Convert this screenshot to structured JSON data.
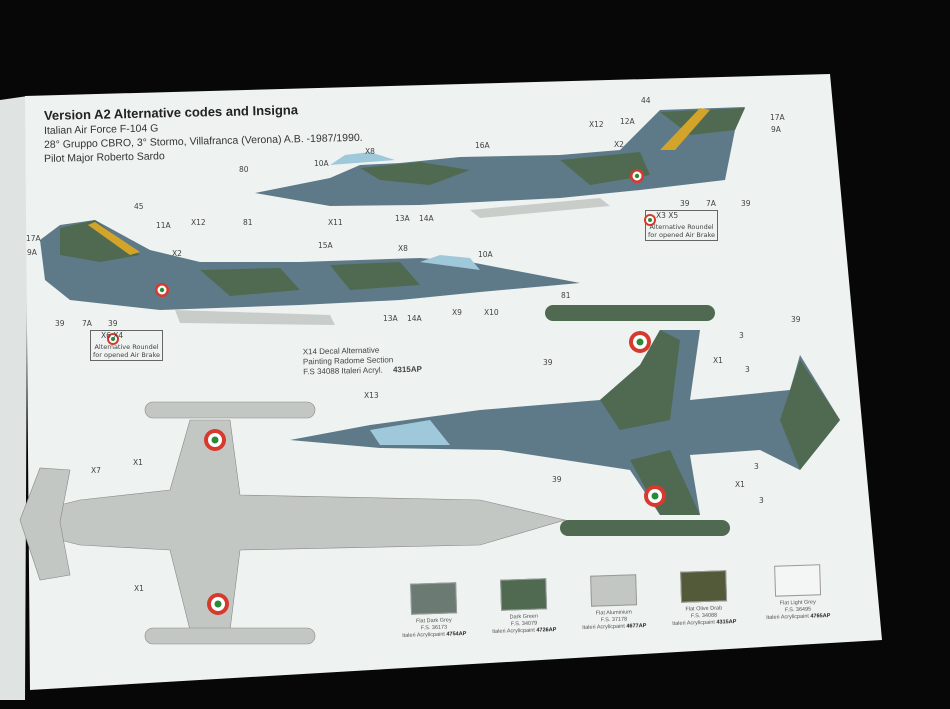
{
  "header": {
    "title": "Version A2 Alternative codes and Insigna",
    "line1": "Italian Air Force F-104 G",
    "line2": "28° Gruppo CBRO, 3° Stormo, Villafranca (Verona) A.B. -1987/1990.",
    "line3": "Pilot Major Roberto Sardo"
  },
  "radome_note": {
    "l1": "X14 Decal Alternative",
    "l2": "Painting Radome Section",
    "l3": "F.S 34088 Italeri Acryl.",
    "code": "4315AP"
  },
  "alt_roundel_top": {
    "codes": "X3  X5",
    "text1": "Alternative Roundel",
    "text2": "for opened Air Brake"
  },
  "alt_roundel_left": {
    "codes": "X6  X4",
    "text1": "Alternative Roundel",
    "text2": "for opened Air Brake"
  },
  "callouts": [
    "44",
    "17A",
    "12A",
    "X12",
    "9A",
    "X2",
    "16A",
    "X8",
    "10A",
    "80",
    "81",
    "X11",
    "13A",
    "14A",
    "39",
    "7A",
    "39",
    "45",
    "11A",
    "X12",
    "17A",
    "9A",
    "X2",
    "15A",
    "X8",
    "10A",
    "81",
    "39",
    "7A",
    "39",
    "13A",
    "14A",
    "X9",
    "X10",
    "3",
    "X1",
    "3",
    "39",
    "39",
    "3",
    "X1",
    "3",
    "39",
    "X13",
    "X1",
    "X7",
    "X1"
  ],
  "colors": [
    {
      "name": "Flat Dark Grey",
      "fs": "F.S. 36173",
      "paint": "Italeri Acrylicpaint",
      "code": "4754AP",
      "hex": "#6b7a72"
    },
    {
      "name": "Dark Green",
      "fs": "F.S. 34079",
      "paint": "Italeri Acrylicpaint",
      "code": "4726AP",
      "hex": "#4f6a50"
    },
    {
      "name": "Flat Aluminium",
      "fs": "F.S. 37178",
      "paint": "Italeri Acrylicpaint",
      "code": "4677AP",
      "hex": "#c3c7c4"
    },
    {
      "name": "Flat Olive Drab",
      "fs": "F.S. 34088",
      "paint": "Italeri Acrylicpaint",
      "code": "4315AP",
      "hex": "#535a3a"
    },
    {
      "name": "Flat Light Grey",
      "fs": "F.S. 36495",
      "paint": "Italeri Acrylicpaint",
      "code": "4765AP",
      "hex": "#f4f6f5"
    }
  ]
}
